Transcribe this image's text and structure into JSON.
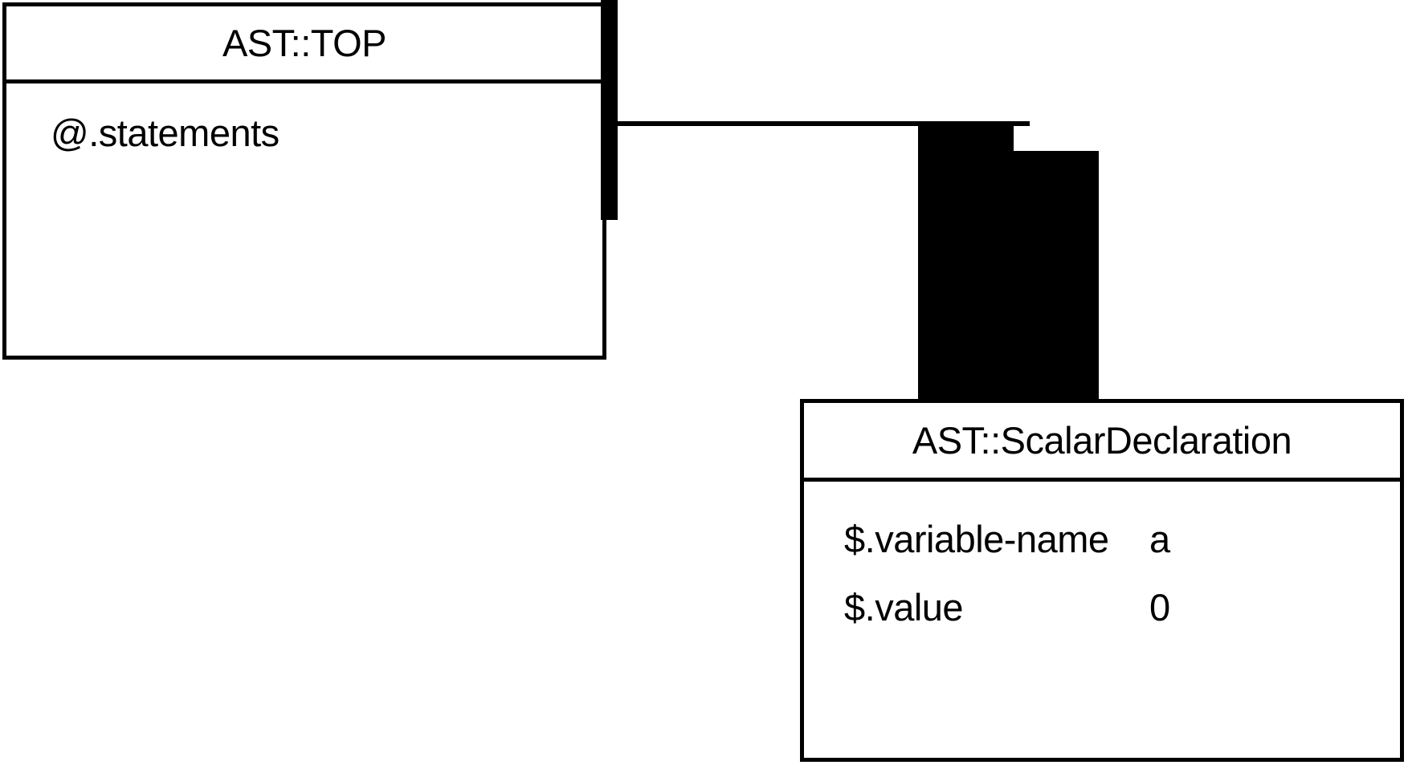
{
  "diagram": {
    "type": "ast-object-graph",
    "background_color": "#ffffff",
    "line_color": "#000000",
    "nodes": [
      {
        "id": "top",
        "title": "AST::TOP",
        "slots": [
          {
            "label": "@.statements",
            "value": ""
          }
        ]
      },
      {
        "id": "scalar-declaration",
        "title": "AST::ScalarDeclaration",
        "slots": [
          {
            "label": "$.variable-name",
            "value": "a"
          },
          {
            "label": "$.value",
            "value": "0"
          }
        ]
      }
    ],
    "edges": [
      {
        "id": "statements-to-scalar",
        "from": "top.@.statements",
        "to": "scalar-declaration"
      }
    ]
  }
}
